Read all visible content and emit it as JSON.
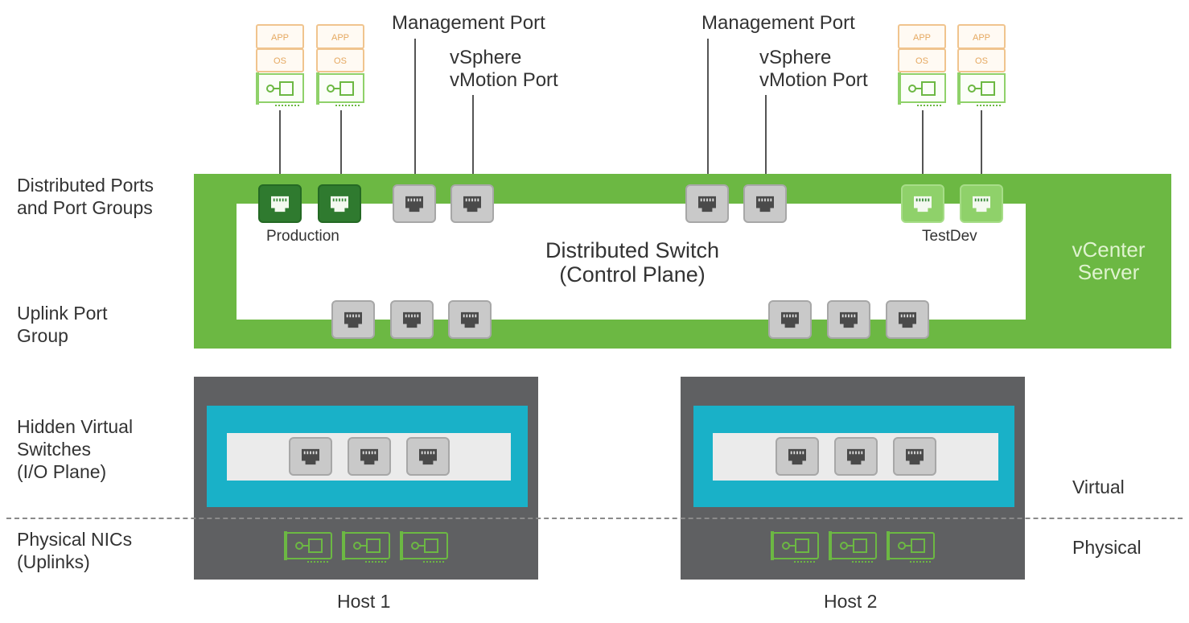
{
  "labels": {
    "distributed_ports": "Distributed Ports\nand Port Groups",
    "uplink_port_group": "Uplink Port\nGroup",
    "hidden_switches": "Hidden Virtual\nSwitches\n(I/O Plane)",
    "physical_nics": "Physical NICs\n(Uplinks)",
    "management_port_1": "Management Port",
    "vmotion_port_1": "vSphere\nvMotion Port",
    "management_port_2": "Management Port",
    "vmotion_port_2": "vSphere\nvMotion Port",
    "production": "Production",
    "testdev": "TestDev",
    "distributed_switch": "Distributed Switch\n(Control Plane)",
    "vcenter_server": "vCenter\nServer",
    "virtual": "Virtual",
    "physical": "Physical",
    "host1": "Host 1",
    "host2": "Host 2",
    "vm_app": "APP",
    "vm_os": "OS"
  },
  "colors": {
    "switch_green": "#6cb843",
    "host_gray": "#5f6062",
    "io_plane_teal": "#19b1c8",
    "vm_orange": "#f0c48e",
    "nic_green": "#6cb843"
  },
  "icons": {
    "port": "ethernet-port-icon",
    "vm": "virtual-machine-icon",
    "nic": "network-card-icon"
  }
}
